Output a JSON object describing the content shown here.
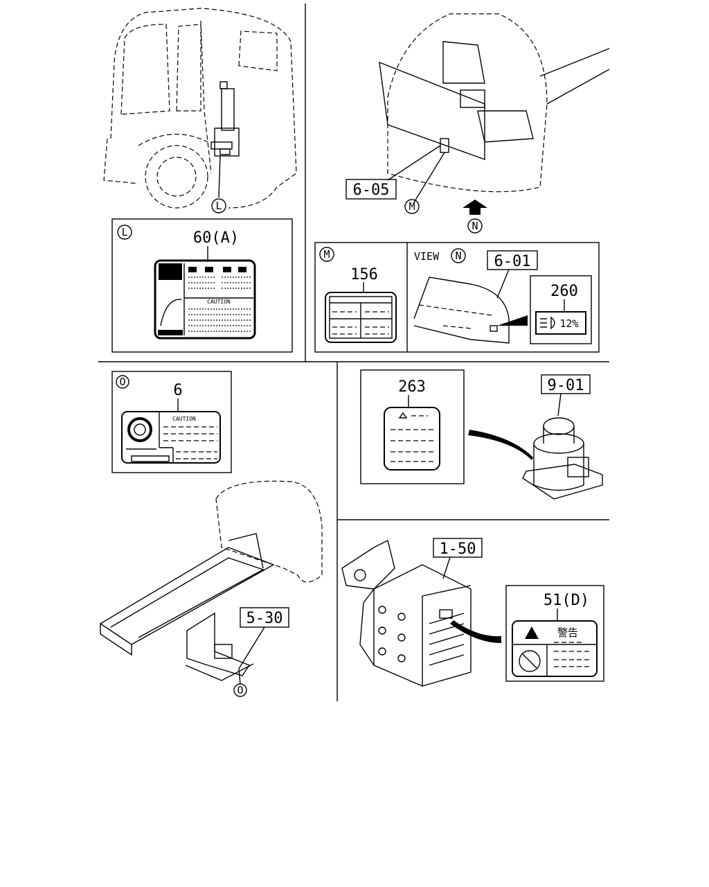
{
  "callouts": {
    "c60a": "60(A)",
    "c605": "6-05",
    "c156": "156",
    "c601": "6-01",
    "c260": "260",
    "c6": "6",
    "c263": "263",
    "c901": "9-01",
    "c150": "1-50",
    "c530": "5-30",
    "c51d": "51(D)"
  },
  "views": {
    "L": "L",
    "M": "M",
    "N": "N",
    "O": "O",
    "view_n_title": "VIEW"
  },
  "labels": {
    "caution_60a": "CAUTION",
    "caution_6": "CAUTION",
    "label_260_text": "12%",
    "warning_51d": "警告"
  }
}
